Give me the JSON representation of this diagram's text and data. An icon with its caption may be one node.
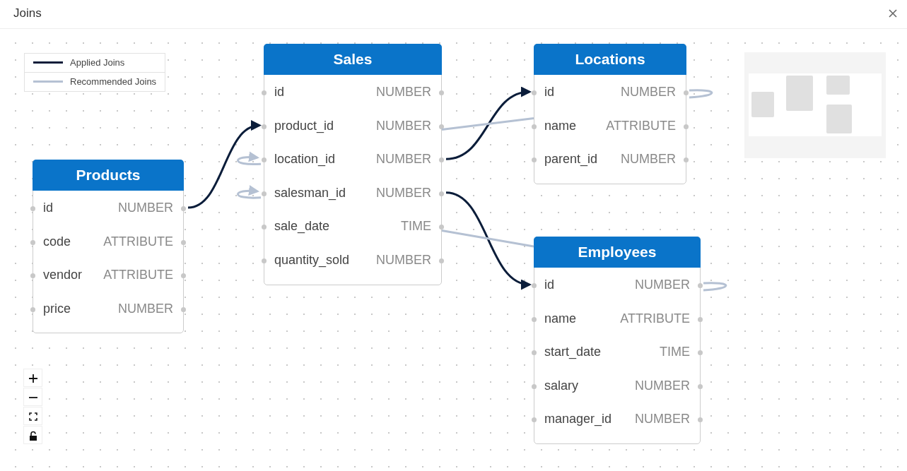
{
  "diagram": {
    "title": "Joins",
    "nodes": [
      {
        "text": [
          "Products"
        ]
      },
      {
        "text": [
          "id",
          "NUMBER"
        ],
        "in": 0
      },
      {
        "text": [
          "code",
          "ATTRIBUTE"
        ],
        "in": 0
      },
      {
        "text": [
          "vendor",
          "ATTRIBUTE"
        ],
        "in": 0
      },
      {
        "text": [
          "price",
          "NUMBER"
        ],
        "in": 0
      },
      {
        "text": [
          "Sales"
        ]
      },
      {
        "text": [
          "id",
          "NUMBER"
        ],
        "in": 5
      },
      {
        "text": [
          "product_id",
          "NUMBER"
        ],
        "in": 5
      },
      {
        "text": [
          "location_id",
          "NUMBER"
        ],
        "in": 5
      },
      {
        "text": [
          "salesman_id",
          "NUMBER"
        ],
        "in": 5
      },
      {
        "text": [
          "sale_date",
          "TIME"
        ],
        "in": 5
      },
      {
        "text": [
          "quantity_sold",
          "NUMBER"
        ],
        "in": 5
      },
      {
        "text": [
          "Locations"
        ]
      },
      {
        "text": [
          "id",
          "NUMBER"
        ],
        "in": 12
      },
      {
        "text": [
          "name",
          "ATTRIBUTE"
        ],
        "in": 12
      },
      {
        "text": [
          "parent_id",
          "NUMBER"
        ],
        "in": 12
      },
      {
        "text": [
          "Employees"
        ]
      },
      {
        "text": [
          "id",
          "NUMBER"
        ],
        "in": 16
      },
      {
        "text": [
          "name",
          "ATTRIBUTE"
        ],
        "in": 16
      },
      {
        "text": [
          "start_date",
          "TIME"
        ],
        "in": 16
      },
      {
        "text": [
          "salary",
          "NUMBER"
        ],
        "in": 16
      },
      {
        "text": [
          "manager_id",
          "NUMBER"
        ],
        "in": 16
      }
    ],
    "edges": [
      {
        "from": 1,
        "to": 7,
        "arrow": "to",
        "color": "#0b1d3a"
      },
      {
        "from": 8,
        "to": 13,
        "arrow": "to",
        "color": "#0b1d3a"
      },
      {
        "from": 9,
        "to": 17,
        "arrow": "to",
        "color": "#0b1d3a"
      },
      {
        "from": 7,
        "to": 14,
        "arrow": "none"
      },
      {
        "from": 10,
        "to": 16,
        "arrow": "none"
      },
      {
        "from": 8,
        "to": 8,
        "arrow": "to"
      },
      {
        "from": 9,
        "to": 9,
        "arrow": "to"
      },
      {
        "from": 13,
        "to": 13,
        "arrow": "none"
      },
      {
        "from": 17,
        "to": 17,
        "arrow": "none"
      }
    ],
    "legend": [
      {
        "text": "Applied Joins"
      },
      {
        "text": "Recommended Joins"
      }
    ]
  }
}
